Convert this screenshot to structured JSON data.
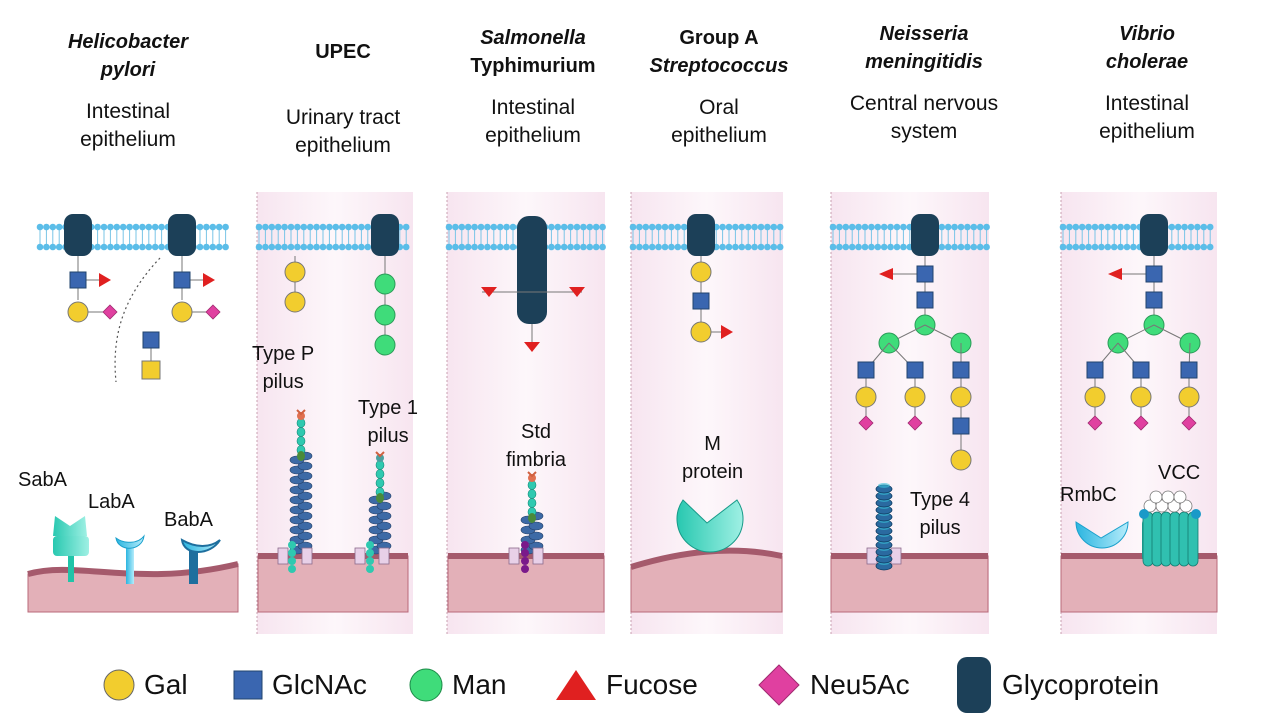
{
  "columns": [
    {
      "organism_italic": "Helicobacter",
      "organism_italic2": "pylori",
      "organism_plain": "",
      "site": [
        "Intestinal",
        "epithelium"
      ]
    },
    {
      "organism_italic": "",
      "organism_italic2": "",
      "organism_plain": "UPEC",
      "site": [
        "Urinary tract",
        "epithelium"
      ]
    },
    {
      "organism_italic": "Salmonella",
      "organism_italic2": "",
      "organism_plain": "Typhimurium",
      "site": [
        "Intestinal",
        "epithelium"
      ]
    },
    {
      "organism_plain_first": "Group A",
      "organism_italic2": "Streptococcus",
      "site": [
        "Oral",
        "epithelium"
      ]
    },
    {
      "organism_italic": "Neisseria",
      "organism_italic2": "meningitidis",
      "site": [
        "Central nervous",
        "system"
      ]
    },
    {
      "organism_italic": "Vibrio",
      "organism_italic2": "cholerae",
      "site": [
        "Intestinal",
        "epithelium"
      ]
    }
  ],
  "adhesins": {
    "saba": "SabA",
    "laba": "LabA",
    "baba": "BabA",
    "type_p": [
      "Type P",
      "pilus"
    ],
    "type_1": [
      "Type 1",
      "pilus"
    ],
    "std": [
      "Std",
      "fimbria"
    ],
    "m_protein": [
      "M",
      "protein"
    ],
    "type_4": [
      "Type 4",
      "pilus"
    ],
    "rmbc": "RmbC",
    "vcc": "VCC"
  },
  "legend": [
    {
      "label": "Gal",
      "shape": "circle",
      "color": "#f2cd2e"
    },
    {
      "label": "GlcNAc",
      "shape": "square",
      "color": "#3a66b0"
    },
    {
      "label": "Man",
      "shape": "circle",
      "color": "#3fdc7a"
    },
    {
      "label": "Fucose",
      "shape": "triangle",
      "color": "#e02020"
    },
    {
      "label": "Neu5Ac",
      "shape": "diamond",
      "color": "#e040a0"
    },
    {
      "label": "Glycoprotein",
      "shape": "capsule",
      "color": "#1c4058"
    }
  ],
  "colors": {
    "membrane": "#5bbde8",
    "glycoprotein": "#1c4058",
    "tissue": "#e3b0b8",
    "tissue_edge": "#b86a7a",
    "pilus": "#3d6aa6",
    "tip": "#2fc9b0",
    "background_tint": "#fbeef5"
  }
}
